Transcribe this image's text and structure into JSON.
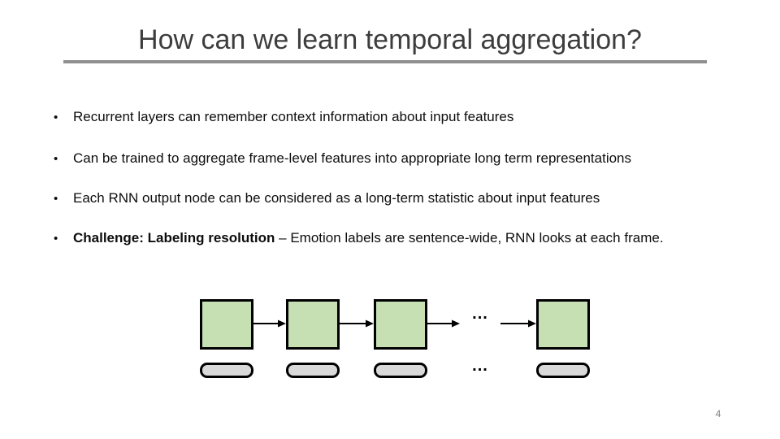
{
  "slide": {
    "title": "How can we learn temporal aggregation?",
    "bullet_marker": "•",
    "bullets": [
      {
        "bold": "",
        "text": "Recurrent layers can remember context information about input features"
      },
      {
        "bold": "",
        "text": "Can be trained to aggregate frame-level features into appropriate long term representations"
      },
      {
        "bold": "",
        "text": "Each RNN output node can be considered as a long-term statistic about input features"
      },
      {
        "bold": "Challenge: Labeling resolution",
        "text": " – Emotion labels are sentence-wide, RNN looks at each frame."
      }
    ],
    "diagram": {
      "ellipsis_top": "...",
      "ellipsis_bottom": "...",
      "box_fill": "#c6e0b4",
      "pill_fill": "#d9d9d9",
      "border_color": "#000000"
    },
    "colors": {
      "title": "#3d3d3d",
      "underline": "#8f8f8f",
      "page_number": "#808080"
    },
    "page_number": "4"
  }
}
